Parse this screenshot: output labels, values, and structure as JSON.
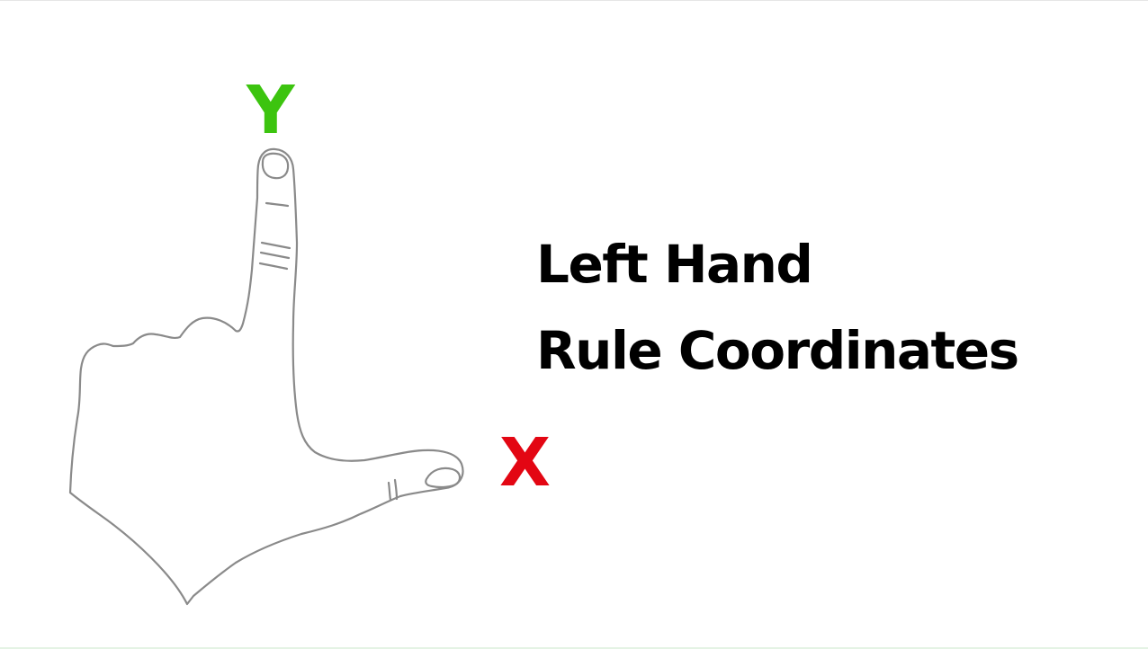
{
  "diagram": {
    "title_line_1": "Left Hand",
    "title_line_2": "Rule Coordinates",
    "axis_y": {
      "label": "Y",
      "color": "#3cc40f"
    },
    "axis_x": {
      "label": "X",
      "color": "#e30613"
    },
    "hand_outline_color": "#8a8a8a",
    "title_color": "#000000"
  }
}
